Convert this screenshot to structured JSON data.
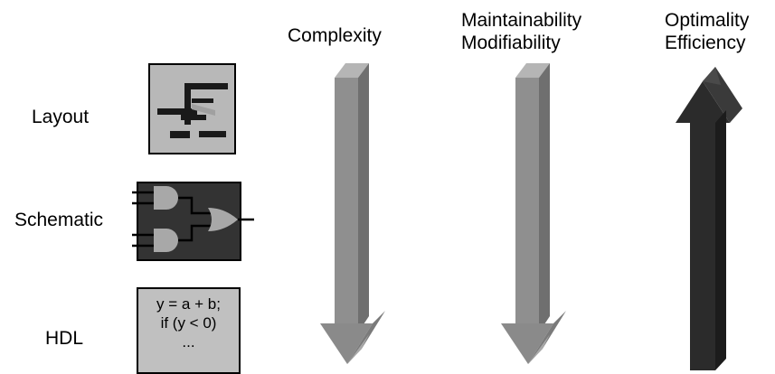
{
  "levels": {
    "layout": "Layout",
    "schematic": "Schematic",
    "hdl": "HDL"
  },
  "hdl_code": [
    "y = a + b;",
    "if (y < 0)",
    "..."
  ],
  "columns": {
    "complexity": [
      "Complexity"
    ],
    "maintainability": [
      "Maintainability",
      "Modifiability"
    ],
    "optimality": [
      "Optimality",
      "Efficiency"
    ]
  },
  "colors": {
    "layout_bg": "#b8b8b8",
    "schematic_bg": "#333333",
    "hdl_bg": "#c0c0c0",
    "arrow_grey": "#8f8f8f",
    "arrow_dark": "#2b2b2b"
  },
  "icons": {
    "layout": "layout-thumbnail-icon",
    "schematic": "schematic-gates-icon",
    "down_arrow": "arrow-down-icon",
    "up_arrow": "arrow-up-icon"
  }
}
